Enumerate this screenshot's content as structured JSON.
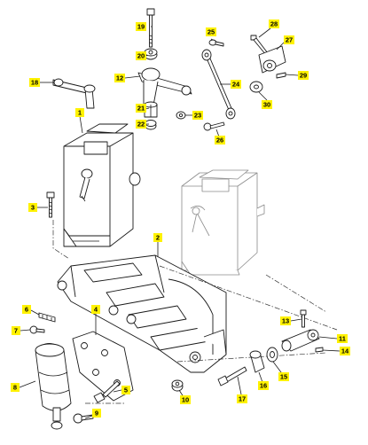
{
  "callouts": [
    {
      "id": "1",
      "text": "1"
    },
    {
      "id": "2",
      "text": "2"
    },
    {
      "id": "3",
      "text": "3"
    },
    {
      "id": "4",
      "text": "4"
    },
    {
      "id": "5",
      "text": "5"
    },
    {
      "id": "6",
      "text": "6"
    },
    {
      "id": "7",
      "text": "7"
    },
    {
      "id": "8",
      "text": "8"
    },
    {
      "id": "9",
      "text": "9"
    },
    {
      "id": "10",
      "text": "10"
    },
    {
      "id": "11",
      "text": "11"
    },
    {
      "id": "12",
      "text": "12"
    },
    {
      "id": "13",
      "text": "13"
    },
    {
      "id": "14",
      "text": "14"
    },
    {
      "id": "15",
      "text": "15"
    },
    {
      "id": "16",
      "text": "16"
    },
    {
      "id": "17",
      "text": "17"
    },
    {
      "id": "18",
      "text": "18"
    },
    {
      "id": "19",
      "text": "19"
    },
    {
      "id": "20",
      "text": "20"
    },
    {
      "id": "21",
      "text": "21"
    },
    {
      "id": "22",
      "text": "22"
    },
    {
      "id": "23",
      "text": "23"
    },
    {
      "id": "24",
      "text": "24"
    },
    {
      "id": "25",
      "text": "25"
    },
    {
      "id": "26",
      "text": "26"
    },
    {
      "id": "27",
      "text": "27"
    },
    {
      "id": "28",
      "text": "28"
    },
    {
      "id": "29",
      "text": "29"
    },
    {
      "id": "30",
      "text": "30"
    }
  ],
  "colors": {
    "callout_fill": "#fff200",
    "line": "#1a1a1a",
    "ghost": "#8a8a8a"
  }
}
